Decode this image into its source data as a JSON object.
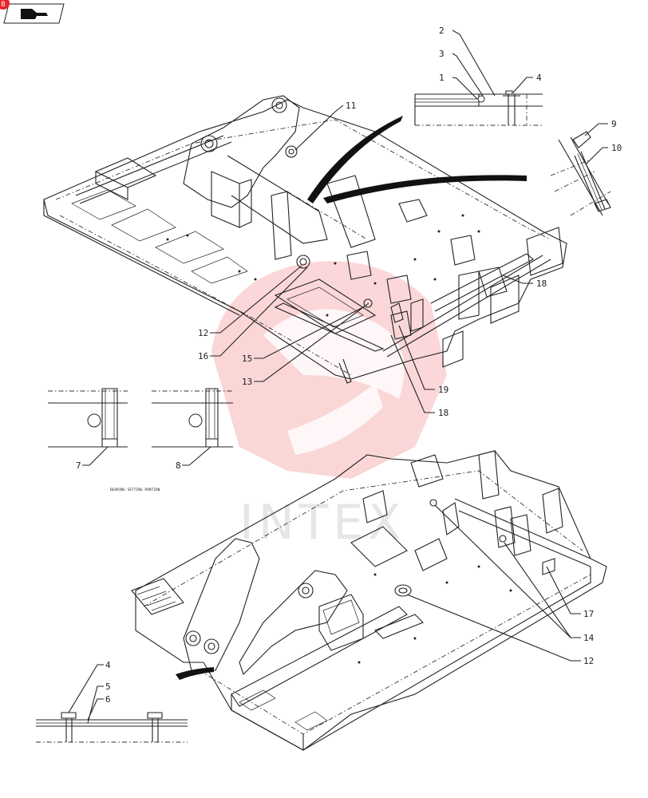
{
  "badge": {
    "number": "8"
  },
  "callouts": {
    "c1": "1",
    "c2": "2",
    "c3": "3",
    "c4": "4",
    "c9": "9",
    "c10": "10",
    "c11": "11",
    "c18a": "18",
    "c12a": "12",
    "c16": "16",
    "c15": "15",
    "c13": "13",
    "c19": "19",
    "c18b": "18",
    "c7": "7",
    "c8": "8",
    "c17": "17",
    "c14": "14",
    "c12b": "12",
    "c4b": "4",
    "c5": "5",
    "c6": "6"
  },
  "caption": "BEARING SETTING PORTION",
  "watermark": "INTEX",
  "colors": {
    "logo_red": "#e8232a",
    "line": "#222222",
    "watermark_gray": "#b8b8b8"
  }
}
